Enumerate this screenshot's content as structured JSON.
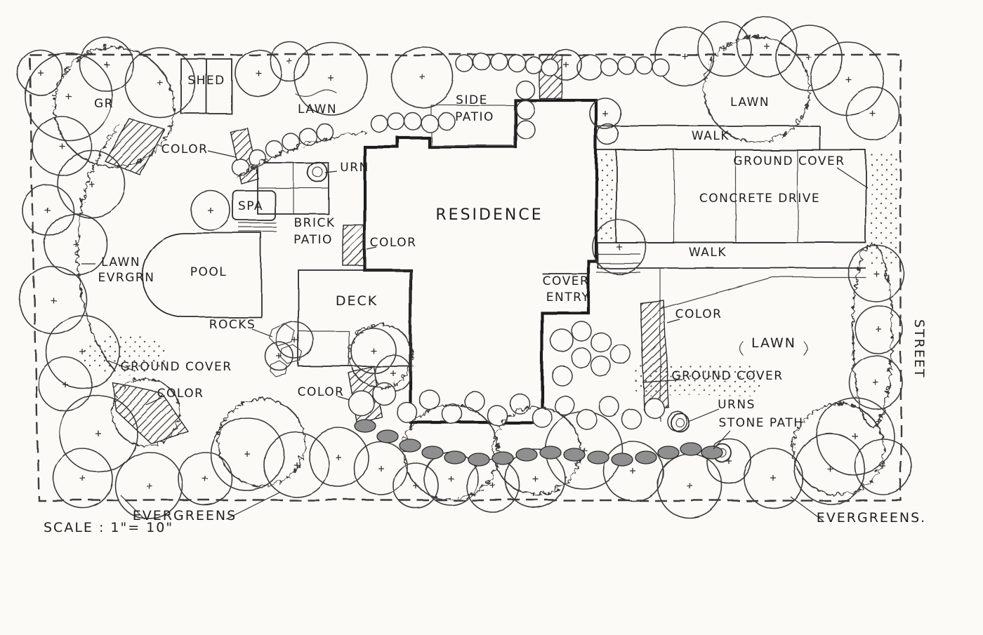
{
  "sheet": {
    "paper_color": "#fbfaf6",
    "ink_color": "#2a2a2a",
    "stone_color": "#8f8f8f",
    "drawing_type": "residential landscape plan, hand drawn"
  },
  "labels": {
    "shed": "SHED",
    "gr": "GR",
    "lawn_top_left": "LAWN",
    "side_line1": "SIDE",
    "side_line2": "PATIO",
    "lawn_top_right": "LAWN",
    "walk_top": "WALK",
    "color_top_left": "COLOR",
    "ground_cover_top_right": "GROUND COVER",
    "urn": "URN",
    "concrete_drive": "CONCRETE DRIVE",
    "spa": "SPA",
    "residence": "RESIDENCE",
    "brick_line1": "BRICK",
    "brick_line2": "PATIO",
    "color_brick": "COLOR",
    "walk_mid": "WALK",
    "lawn_evrgrn_line1": "LAWN",
    "lawn_evrgrn_line2": "EVRGRN",
    "pool": "POOL",
    "cover_line1": "COVER",
    "cover_line2": "ENTRY",
    "deck": "DECK",
    "color_right": "COLOR",
    "rocks": "ROCKS",
    "lawn_right": "LAWN",
    "ground_cover_left": "GROUND COVER",
    "ground_cover_lower_right": "GROUND COVER",
    "color_left": "COLOR",
    "color_deck": "COLOR",
    "urns": "URNS",
    "stone_path": "STONE PATH",
    "evergreens_left": "EVERGREENS",
    "evergreens_right": "EVERGREENS.",
    "scale": "SCALE : 1\"= 10\"",
    "street": "STREET"
  }
}
